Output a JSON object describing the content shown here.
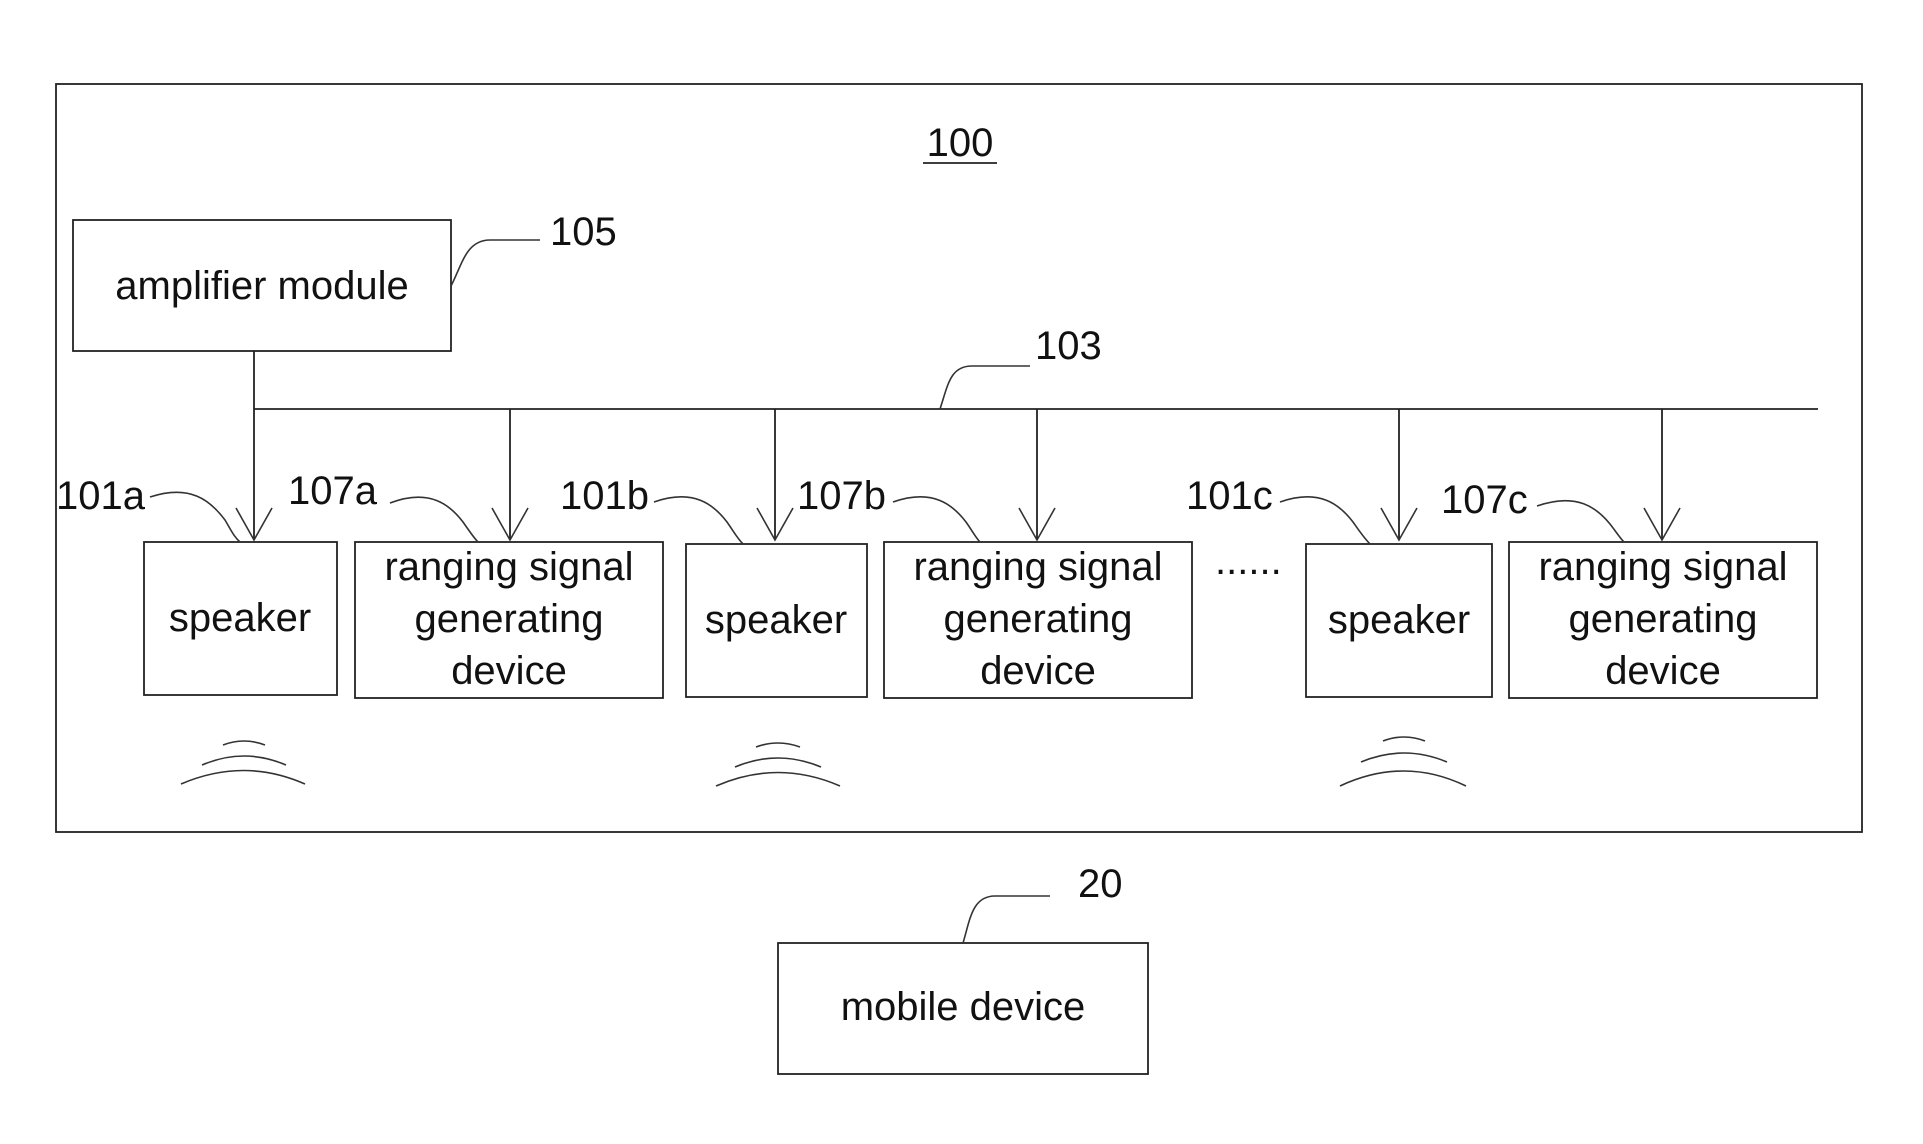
{
  "system": {
    "ref": "100"
  },
  "amplifier": {
    "label": "amplifier module",
    "ref": "105"
  },
  "bus": {
    "ref": "103"
  },
  "ellipsis": "......",
  "units": [
    {
      "speaker_label": "speaker",
      "speaker_ref": "101a",
      "ranging_lines": [
        "ranging signal",
        "generating",
        "device"
      ],
      "ranging_ref": "107a"
    },
    {
      "speaker_label": "speaker",
      "speaker_ref": "101b",
      "ranging_lines": [
        "ranging signal",
        "generating",
        "device"
      ],
      "ranging_ref": "107b"
    },
    {
      "speaker_label": "speaker",
      "speaker_ref": "101c",
      "ranging_lines": [
        "ranging signal",
        "generating",
        "device"
      ],
      "ranging_ref": "107c"
    }
  ],
  "mobile": {
    "label": "mobile device",
    "ref": "20"
  }
}
